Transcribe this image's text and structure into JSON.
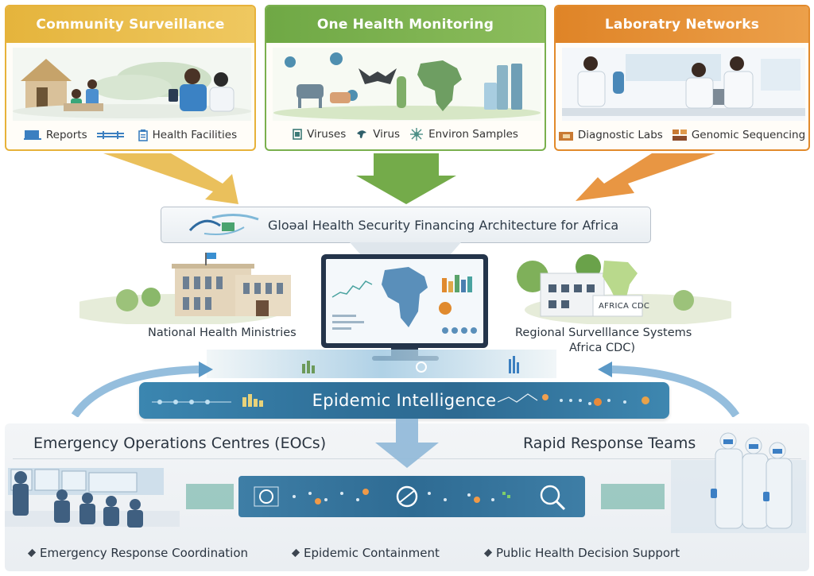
{
  "panels": [
    {
      "title": "Community Surveillance",
      "color": "#e5b43c",
      "legend": [
        {
          "icon": "laptop-icon",
          "label": "Reports"
        },
        {
          "icon": "network-link-icon",
          "label": ""
        },
        {
          "icon": "clipboard-icon",
          "label": "Health Facilities"
        }
      ]
    },
    {
      "title": "One Health Monitoring",
      "color": "#6fa845",
      "legend": [
        {
          "icon": "square-icon",
          "label": "Viruses"
        },
        {
          "icon": "bird-icon",
          "label": "Virus"
        },
        {
          "icon": "virus-icon",
          "label": "Environ Samples"
        }
      ]
    },
    {
      "title": "Laboratry Networks",
      "color": "#df8427",
      "legend": [
        {
          "icon": "lab-equipment-icon",
          "label": "Diagnostic Labs"
        },
        {
          "icon": "sequencer-icon",
          "label": "Genomic Sequencing"
        }
      ]
    }
  ],
  "financing": {
    "title": "Gloəal Health Security Financing Architecture for Africa",
    "icon": "finance-flow-icon"
  },
  "middle": {
    "left_label": "National Health Ministries",
    "right_label_line1": "Regional Survelllance Systems",
    "right_label_line2": "Africa CDC)",
    "africa_cdc_sign": "AFRICA CDC",
    "epidemic_intelligence": "Epidemic Intelligence"
  },
  "bottom": {
    "left_heading": "Emergency Operations Centres (EOCs)",
    "right_heading": "Rapid Response Teams",
    "outcomes": [
      "Emergency Response Coordination",
      "Epidemic Containment",
      "Public Health Decision Support"
    ]
  },
  "colors": {
    "community": "#e5b43c",
    "one_health": "#6fa845",
    "laboratory": "#df8427",
    "intelligence": "#2f6f98"
  }
}
